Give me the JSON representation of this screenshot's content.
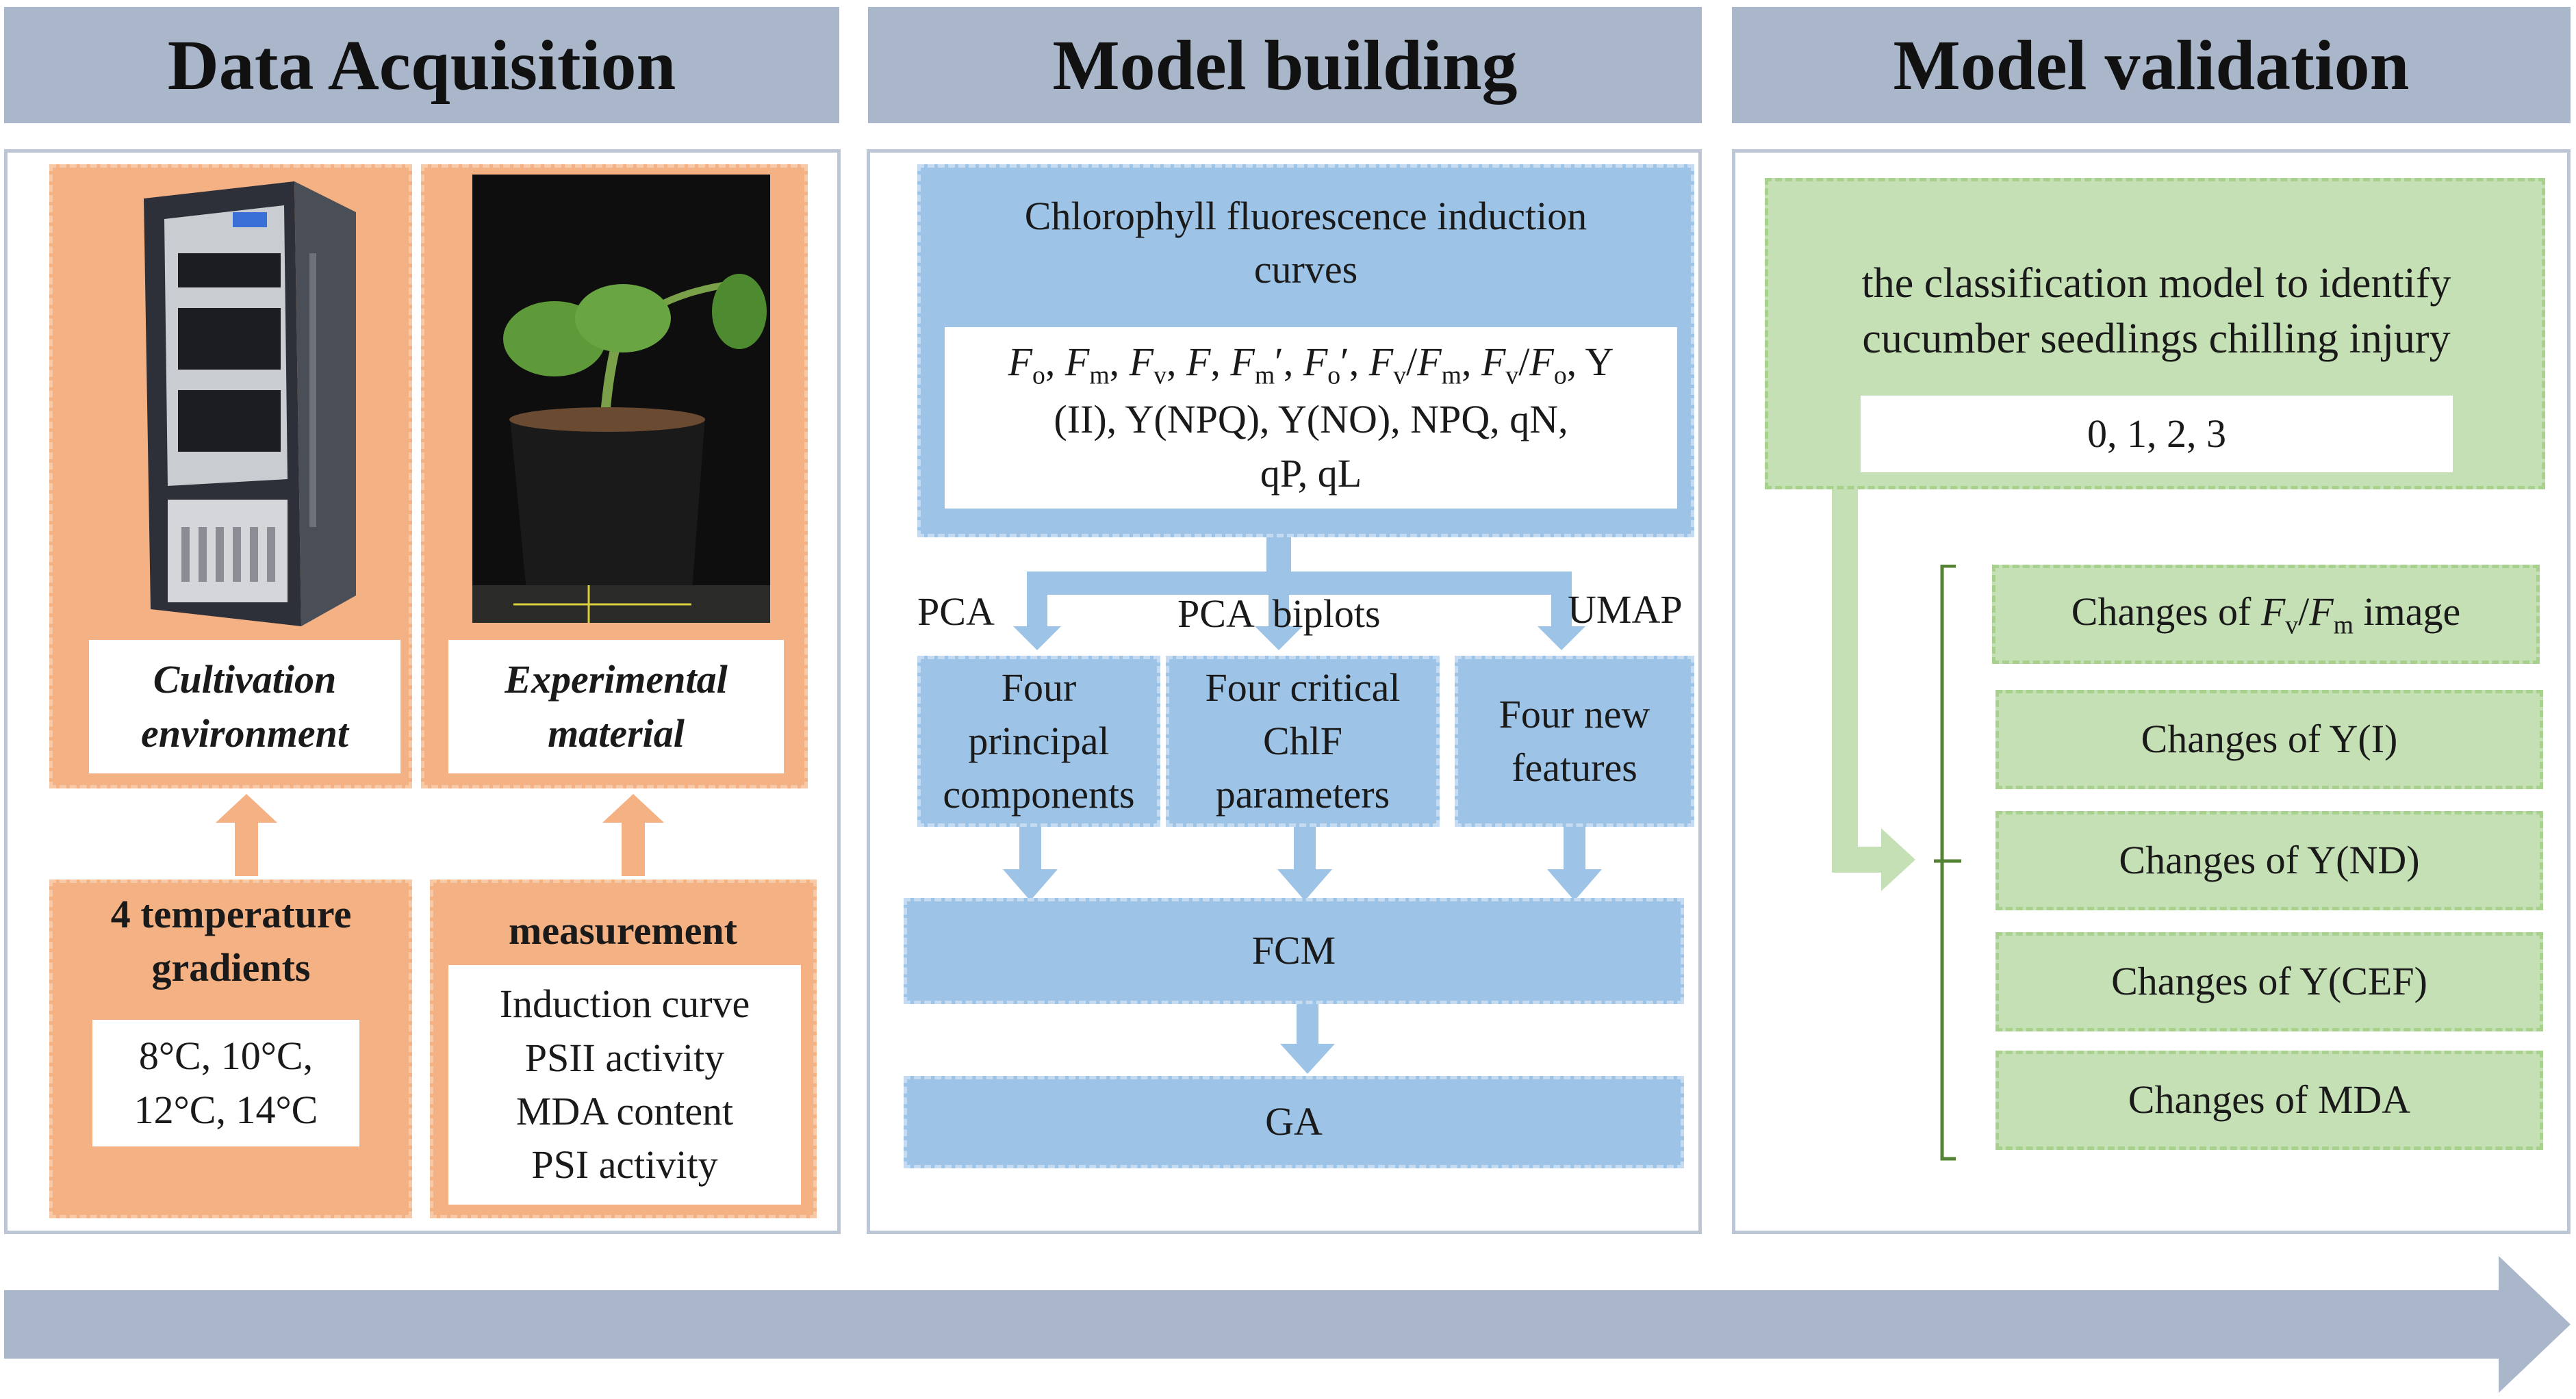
{
  "headers": {
    "acquisition": "Data Acquisition",
    "building": "Model building",
    "validation": "Model validation"
  },
  "acquisition": {
    "cultivation_label": [
      "Cultivation",
      "environment"
    ],
    "material_label": [
      "Experimental",
      "material"
    ],
    "temperature_title": [
      "4 temperature",
      "gradients"
    ],
    "temperature_values": [
      "8°C, 10°C,",
      "12°C, 14°C"
    ],
    "measurement_title": "measurement",
    "measurement_items": [
      "Induction curve",
      "PSII activity",
      "MDA content",
      "PSI activity"
    ]
  },
  "building": {
    "curves_title": [
      "Chlorophyll fluorescence induction",
      "curves"
    ],
    "params_line2": "(II),   Y(NPQ), Y(NO), NPQ, qN,",
    "params_line3": "qP, qL",
    "method_pca": "PCA",
    "method_pca_biplots": "PCA  biplots",
    "method_umap": "UMAP",
    "box_components": [
      "Four",
      "principal",
      "components"
    ],
    "box_critical": [
      "Four critical",
      "ChlF",
      "parameters"
    ],
    "box_features": [
      "Four new",
      "features"
    ],
    "fcm": "FCM",
    "ga": "GA"
  },
  "validation": {
    "model_text": [
      "the classification model to identify",
      "cucumber seedlings chilling injury"
    ],
    "classes": "0, 1, 2, 3",
    "changes_prefix": "Changes of",
    "changes_fvfm_suffix": "image",
    "changes": [
      "Changes of Y(I)",
      "Changes of Y(ND)",
      "Changes of Y(CEF)",
      "Changes of MDA"
    ]
  },
  "colors": {
    "header": "#aab7cb",
    "orange": "#f4b183",
    "blue": "#9dc3e6",
    "green": "#c5e0b4",
    "arrow": "#aab7cb"
  }
}
